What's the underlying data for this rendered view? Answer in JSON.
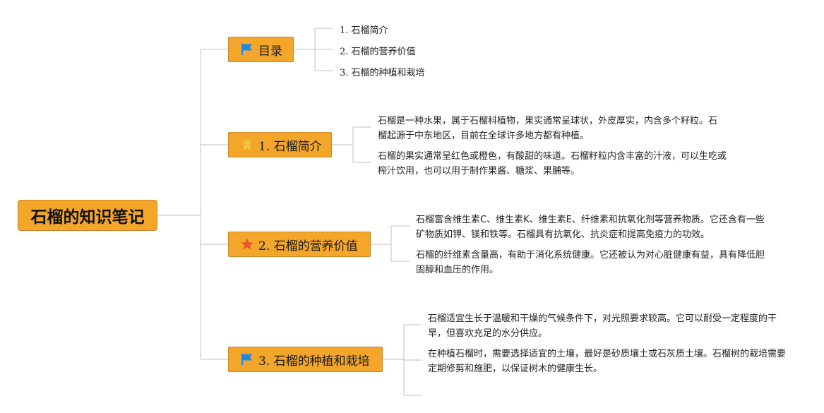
{
  "root": {
    "title": "石榴的知识笔记"
  },
  "topics": [
    {
      "label": "目录",
      "icon": "flag-icon",
      "children": [
        "1. 石榴简介",
        "2. 石榴的营养价值",
        "3. 石榴的种植和栽培"
      ]
    },
    {
      "label": "1. 石榴简介",
      "icon": "ribbon-icon",
      "children": [
        "石榴是一种水果，属于石榴科植物，果实通常呈球状，外皮厚实，内含多个籽粒。石榴起源于中东地区，目前在全球许多地方都有种植。",
        "石榴的果实通常呈红色或橙色，有酸甜的味道。石榴籽粒内含丰富的汁液，可以生吃或榨汁饮用，也可以用于制作果酱、糖浆、果脯等。"
      ]
    },
    {
      "label": "2. 石榴的营养价值",
      "icon": "star-icon",
      "children": [
        "石榴富含维生素C、维生素K、维生素E、纤维素和抗氧化剂等营养物质。它还含有一些矿物质如钾、镁和铁等。石榴具有抗氧化、抗炎症和提高免疫力的功效。",
        "石榴的纤维素含量高，有助于消化系统健康。它还被认为对心脏健康有益，具有降低胆固醇和血压的作用。"
      ]
    },
    {
      "label": "3. 石榴的种植和栽培",
      "icon": "flag-icon",
      "children": [
        "石榴适宜生长于温暖和干燥的气候条件下，对光照要求较高。它可以耐受一定程度的干旱，但喜欢充足的水分供应。",
        "在种植石榴时，需要选择适宜的土壤，最好是砂质壤土或石灰质土壤。石榴树的栽培需要定期修剪和施肥，以保证树木的健康生长。"
      ]
    }
  ],
  "colors": {
    "node_fill": "#f4a62a",
    "node_border": "#c9852a",
    "connector": "#cccccc",
    "flag_blue": "#1e88e5",
    "star_red": "#e8542c"
  }
}
